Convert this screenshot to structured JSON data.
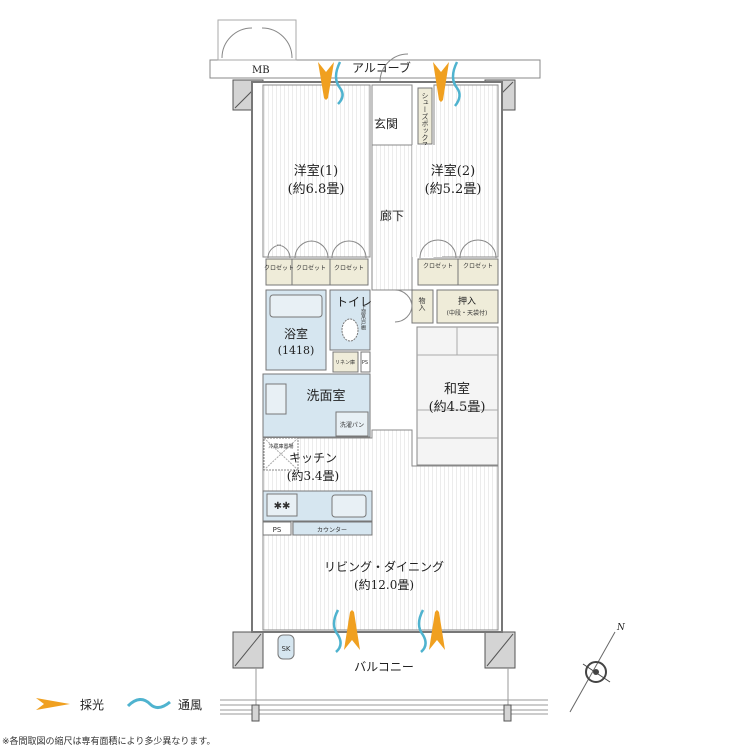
{
  "top": {
    "mb": "MB",
    "alcove": "アルコーブ",
    "shoe_box": "シューズボックス"
  },
  "rooms": {
    "western1": {
      "name": "洋室(1)",
      "size": "(約6.8畳)"
    },
    "western2": {
      "name": "洋室(2)",
      "size": "(約5.2畳)"
    },
    "entrance": "玄関",
    "hallway": "廊下",
    "closets_left": [
      "クロゼット",
      "クロゼット",
      "クロゼット"
    ],
    "closets_right": [
      "クロゼット",
      "クロゼット"
    ],
    "toilet": "トイレ",
    "toilet_cabinet": "上部吊戸棚",
    "bath": {
      "name": "浴室",
      "size": "(1418)"
    },
    "storage": "物入",
    "oshiire": {
      "name": "押入",
      "note": "(中段・天袋付)"
    },
    "japanese": {
      "name": "和室",
      "size": "(約4.5畳)"
    },
    "linen": "リネン庫",
    "ps1": "PS",
    "washroom": "洗面室",
    "laundry_pan": "洗濯パン",
    "fridge": "冷蔵庫置場",
    "kitchen": {
      "name": "キッチン",
      "size": "(約3.4畳)"
    },
    "ps2": "PS",
    "counter": "カウンター",
    "living": {
      "name": "リビング・ダイニング",
      "size": "(約12.0畳)"
    },
    "sk": "SK",
    "balcony": "バルコニー"
  },
  "compass": {
    "north": "N"
  },
  "legend": {
    "light": "採光",
    "wind": "通風"
  },
  "colors": {
    "light": "#f0a020",
    "wind": "#4fb3cf",
    "wet_area": "#d6e6f0"
  },
  "footnote": "※各間取図の縮尺は専有面積により多少異なります。"
}
